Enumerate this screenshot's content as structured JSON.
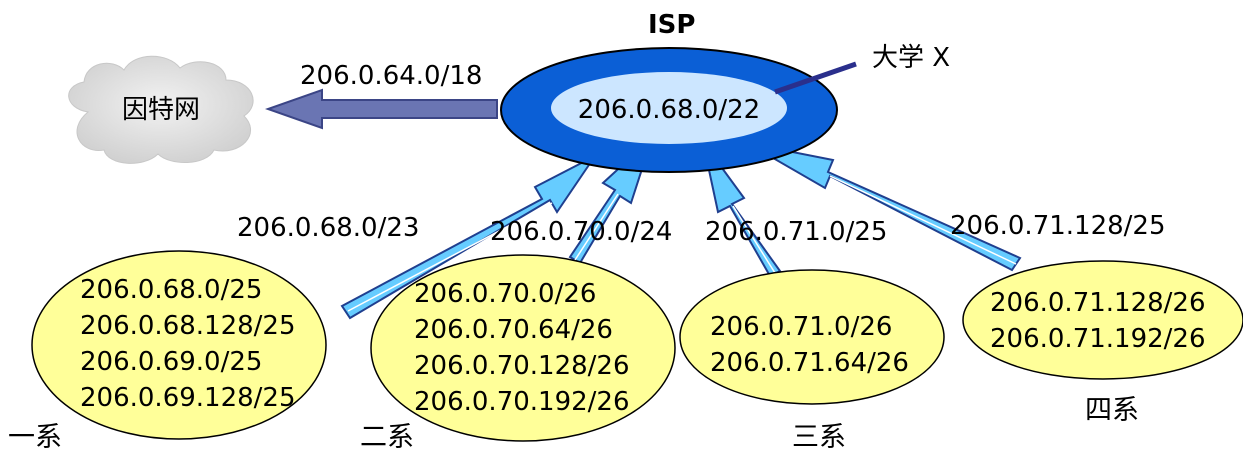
{
  "isp": {
    "title": "ISP",
    "block": "206.0.68.0/22",
    "university_label": "大学 X"
  },
  "internet": {
    "label": "因特网",
    "route": "206.0.64.0/18"
  },
  "departments": [
    {
      "name": "一系",
      "aggregate": "206.0.68.0/23",
      "subnets": [
        "206.0.68.0/25",
        "206.0.68.128/25",
        "206.0.69.0/25",
        "206.0.69.128/25"
      ]
    },
    {
      "name": "二系",
      "aggregate": "206.0.70.0/24",
      "subnets": [
        "206.0.70.0/26",
        "206.0.70.64/26",
        "206.0.70.128/26",
        "206.0.70.192/26"
      ]
    },
    {
      "name": "三系",
      "aggregate": "206.0.71.0/25",
      "subnets": [
        "206.0.71.0/26",
        "206.0.71.64/26"
      ]
    },
    {
      "name": "四系",
      "aggregate": "206.0.71.128/25",
      "subnets": [
        "206.0.71.128/26",
        "206.0.71.192/26"
      ]
    }
  ],
  "colors": {
    "isp_outer": "#0b5fd6",
    "isp_inner": "#cce6ff",
    "dept_fill": "#ffff99",
    "arrow_fill": "#66ccff",
    "internet_arrow": "#6a75b3",
    "cloud_fill": "#dcdcdc",
    "pointer_line": "#2a2f8c"
  }
}
